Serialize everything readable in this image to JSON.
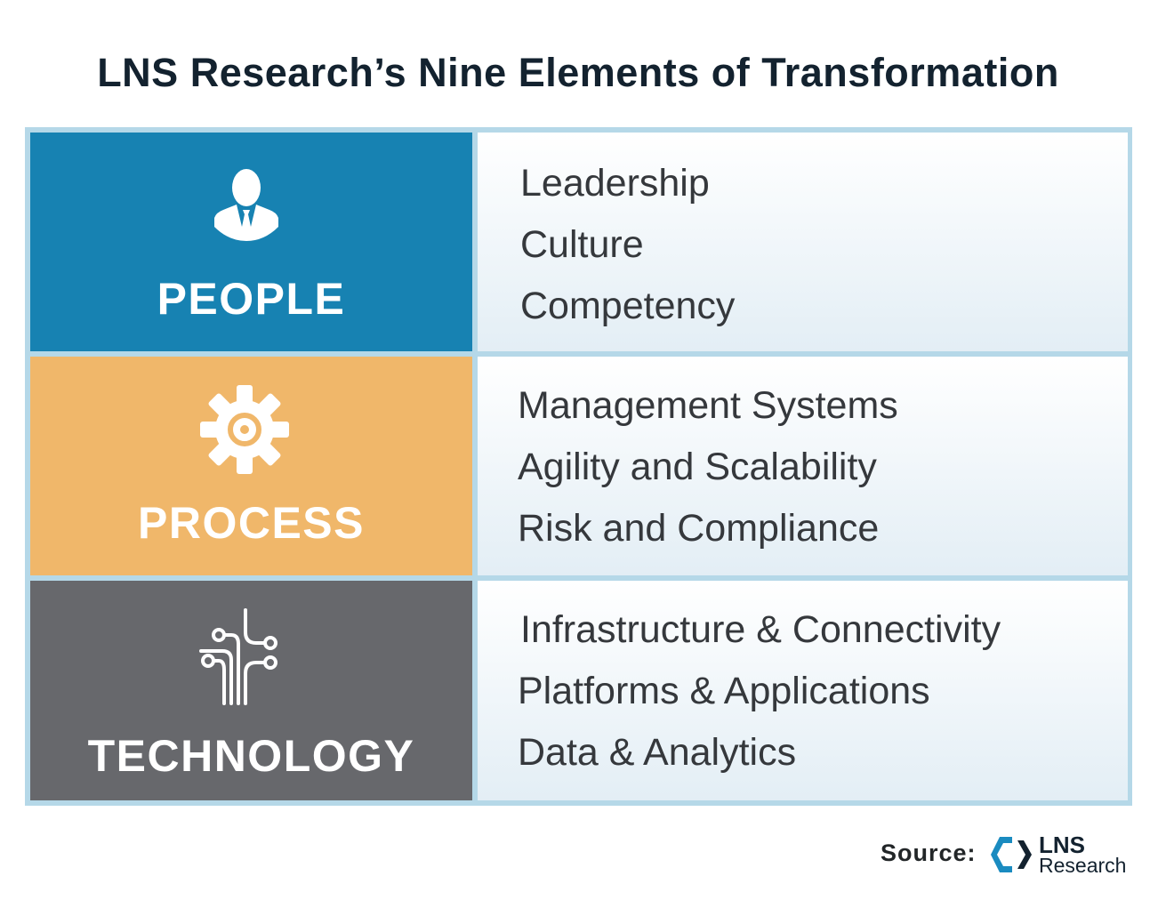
{
  "title": "LNS Research’s Nine Elements of Transformation",
  "colors": {
    "people": "#1782b2",
    "process": "#f0b76a",
    "technology": "#67686c",
    "border": "#b5d8e8",
    "title": "#13222f",
    "item_text": "#35383c"
  },
  "categories": [
    {
      "label": "PEOPLE",
      "icon": "person-with-tie-icon",
      "items": [
        "Leadership",
        "Culture",
        "Competency"
      ]
    },
    {
      "label": "PROCESS",
      "icon": "gear-icon",
      "items": [
        "Management Systems",
        "Agility and Scalability",
        "Risk and Compliance"
      ]
    },
    {
      "label": "TECHNOLOGY",
      "icon": "circuit-icon",
      "items": [
        "Infrastructure & Connectivity",
        "Platforms & Applications",
        "Data & Analytics"
      ]
    }
  ],
  "footer": {
    "source_label": "Source:",
    "logo_line1": "LNS",
    "logo_line2": "Research"
  }
}
